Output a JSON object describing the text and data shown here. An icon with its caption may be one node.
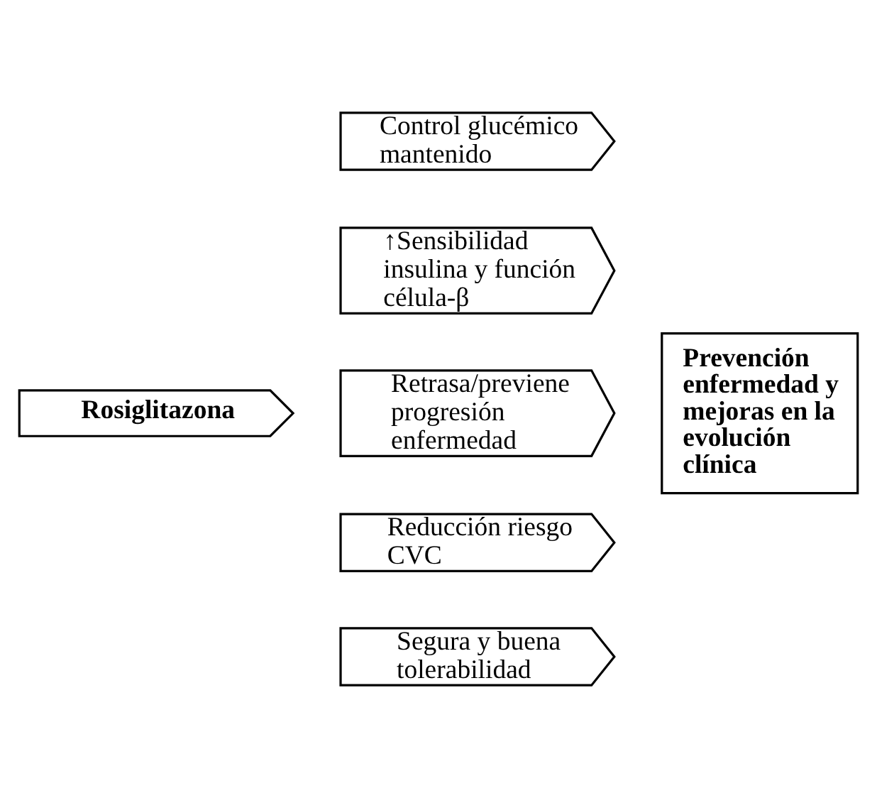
{
  "diagram": {
    "nodes": [
      {
        "text": [
          "Rosiglitazona"
        ]
      },
      {
        "text": [
          "Control glucémico mantenido"
        ]
      },
      {
        "text": [
          "↑Sensibilidad insulina y función célula-β"
        ]
      },
      {
        "text": [
          "Retrasa/previene progresión enfermedad"
        ]
      },
      {
        "text": [
          "Reducción riesgo CVC"
        ]
      },
      {
        "text": [
          "Segura y buena tolerabilidad"
        ]
      },
      {
        "text": [
          "Prevención enfermedad y mejoras en la evolución clínica"
        ]
      }
    ]
  }
}
